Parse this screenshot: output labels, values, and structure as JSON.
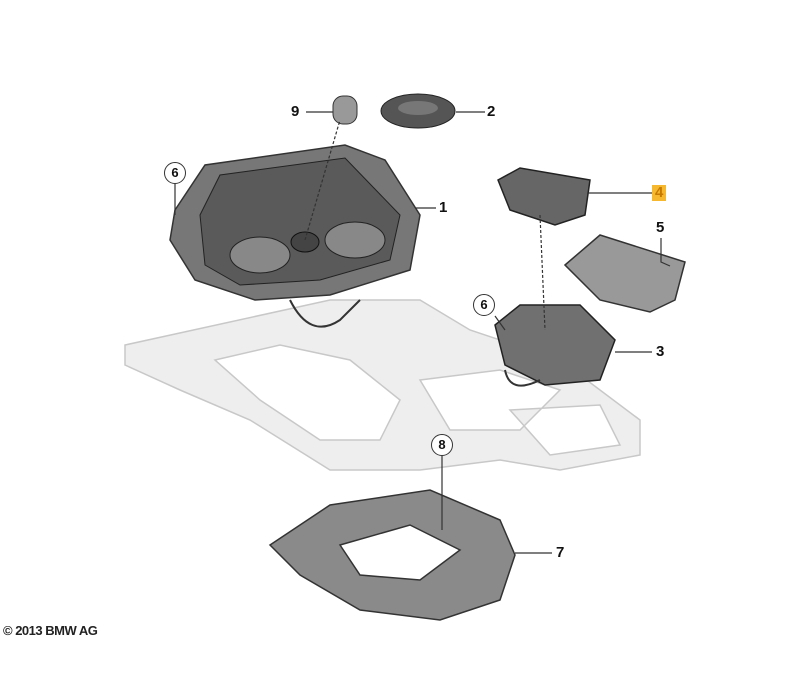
{
  "diagram": {
    "callouts": [
      {
        "id": "9",
        "text": "9",
        "style": "plain"
      },
      {
        "id": "2",
        "text": "2",
        "style": "plain"
      },
      {
        "id": "6a",
        "text": "6",
        "style": "circled"
      },
      {
        "id": "1",
        "text": "1",
        "style": "plain"
      },
      {
        "id": "4",
        "text": "4",
        "style": "highlighted"
      },
      {
        "id": "5",
        "text": "5",
        "style": "plain"
      },
      {
        "id": "6b",
        "text": "6",
        "style": "circled"
      },
      {
        "id": "3",
        "text": "3",
        "style": "plain"
      },
      {
        "id": "8",
        "text": "8",
        "style": "circled"
      },
      {
        "id": "7",
        "text": "7",
        "style": "plain"
      }
    ],
    "highlight_color": "#f5b82e",
    "copyright": "© 2013 BMW AG"
  }
}
